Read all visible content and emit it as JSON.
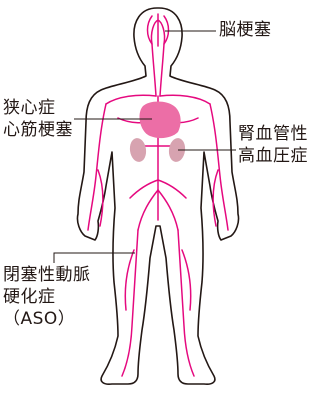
{
  "colors": {
    "outline": "#231815",
    "artery": "#e5097f",
    "heart": "#ec6ea6",
    "kidney": "#d7a3b0",
    "text": "#231815"
  },
  "labels": {
    "brain": "脳梗塞",
    "heart_line1": "狭心症",
    "heart_line2": "心筋梗塞",
    "kidney_line1": "腎血管性",
    "kidney_line2": "高血圧症",
    "aso_line1": "閉塞性動脈",
    "aso_line2": "硬化症",
    "aso_line3": "（ASO）"
  }
}
